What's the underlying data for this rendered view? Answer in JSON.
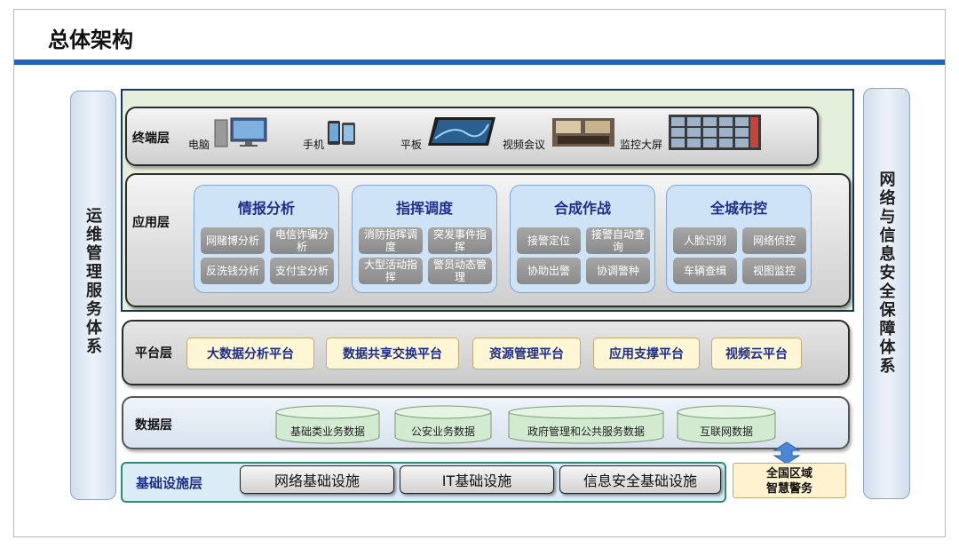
{
  "title": "总体架构",
  "left_side": "运维管理服务体系",
  "right_side": "网络与信息安全保障体系",
  "terminal_layer": {
    "label": "终端层",
    "devices": [
      {
        "label": "电脑",
        "icon": "desktop-computer-icon"
      },
      {
        "label": "手机",
        "icon": "mobile-phone-icon"
      },
      {
        "label": "平板",
        "icon": "tablet-icon"
      },
      {
        "label": "视频会议",
        "icon": "video-conference-icon"
      },
      {
        "label": "监控大屏",
        "icon": "monitoring-wall-icon"
      }
    ]
  },
  "application_layer": {
    "label": "应用层",
    "categories": [
      {
        "title": "情报分析",
        "items": [
          "网赌博分析",
          "电信诈骗分析",
          "反洗钱分析",
          "支付宝分析"
        ]
      },
      {
        "title": "指挥调度",
        "items": [
          "消防指挥调度",
          "突发事件指挥",
          "大型活动指挥",
          "警员动态管理"
        ]
      },
      {
        "title": "合成作战",
        "items": [
          "接警定位",
          "接警自动查询",
          "协助出警",
          "协调警种"
        ]
      },
      {
        "title": "全城布控",
        "items": [
          "人脸识别",
          "网络侦控",
          "车辆查缉",
          "视图监控"
        ]
      }
    ]
  },
  "platform_layer": {
    "label": "平台层",
    "platforms": [
      "大数据分析平台",
      "数据共享交换平台",
      "资源管理平台",
      "应用支撑平台",
      "视频云平台"
    ]
  },
  "data_layer": {
    "label": "数据层",
    "stores": [
      "基础类业务数据",
      "公安业务数据",
      "政府管理和公共服务数据",
      "互联网数据"
    ]
  },
  "infrastructure_layer": {
    "label": "基础设施层",
    "items": [
      "网络基础设施",
      "IT基础设施",
      "信息安全基础设施"
    ]
  },
  "region_box": {
    "line1": "全国区域",
    "line2": "智慧警务"
  },
  "colors": {
    "title_bar": "#1f65c0",
    "category_title": "#1d2f86",
    "platform_fill": "#fff6d6",
    "app_frame": "#e4f0dc"
  }
}
